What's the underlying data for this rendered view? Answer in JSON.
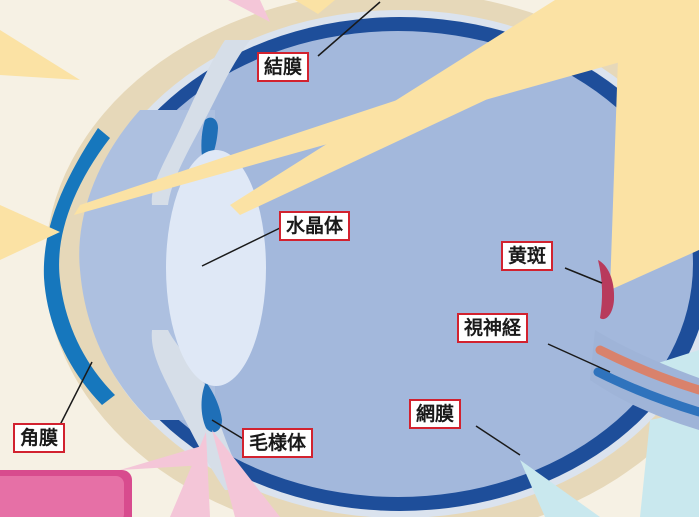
{
  "labels": {
    "conjunctiva": "結膜",
    "lens": "水晶体",
    "macula": "黄斑",
    "optic_nerve": "視神経",
    "retina": "網膜",
    "ciliary_body": "毛様体",
    "cornea": "角膜"
  },
  "colors": {
    "background": "#f6f1e4",
    "sclera_outer": "#e6d8b9",
    "eye_interior": "#a3b8dc",
    "retina_band": "#1e4e9a",
    "cornea": "#1677bd",
    "lens": "#dfe8f6",
    "macula": "#b83a5c",
    "label_border": "#d2222f",
    "light_ray": "#fbe2a4",
    "pink_ray": "#f4c6d8",
    "cyan_ray": "#c9e8ee",
    "bottom_bar": "#d84b8e"
  }
}
